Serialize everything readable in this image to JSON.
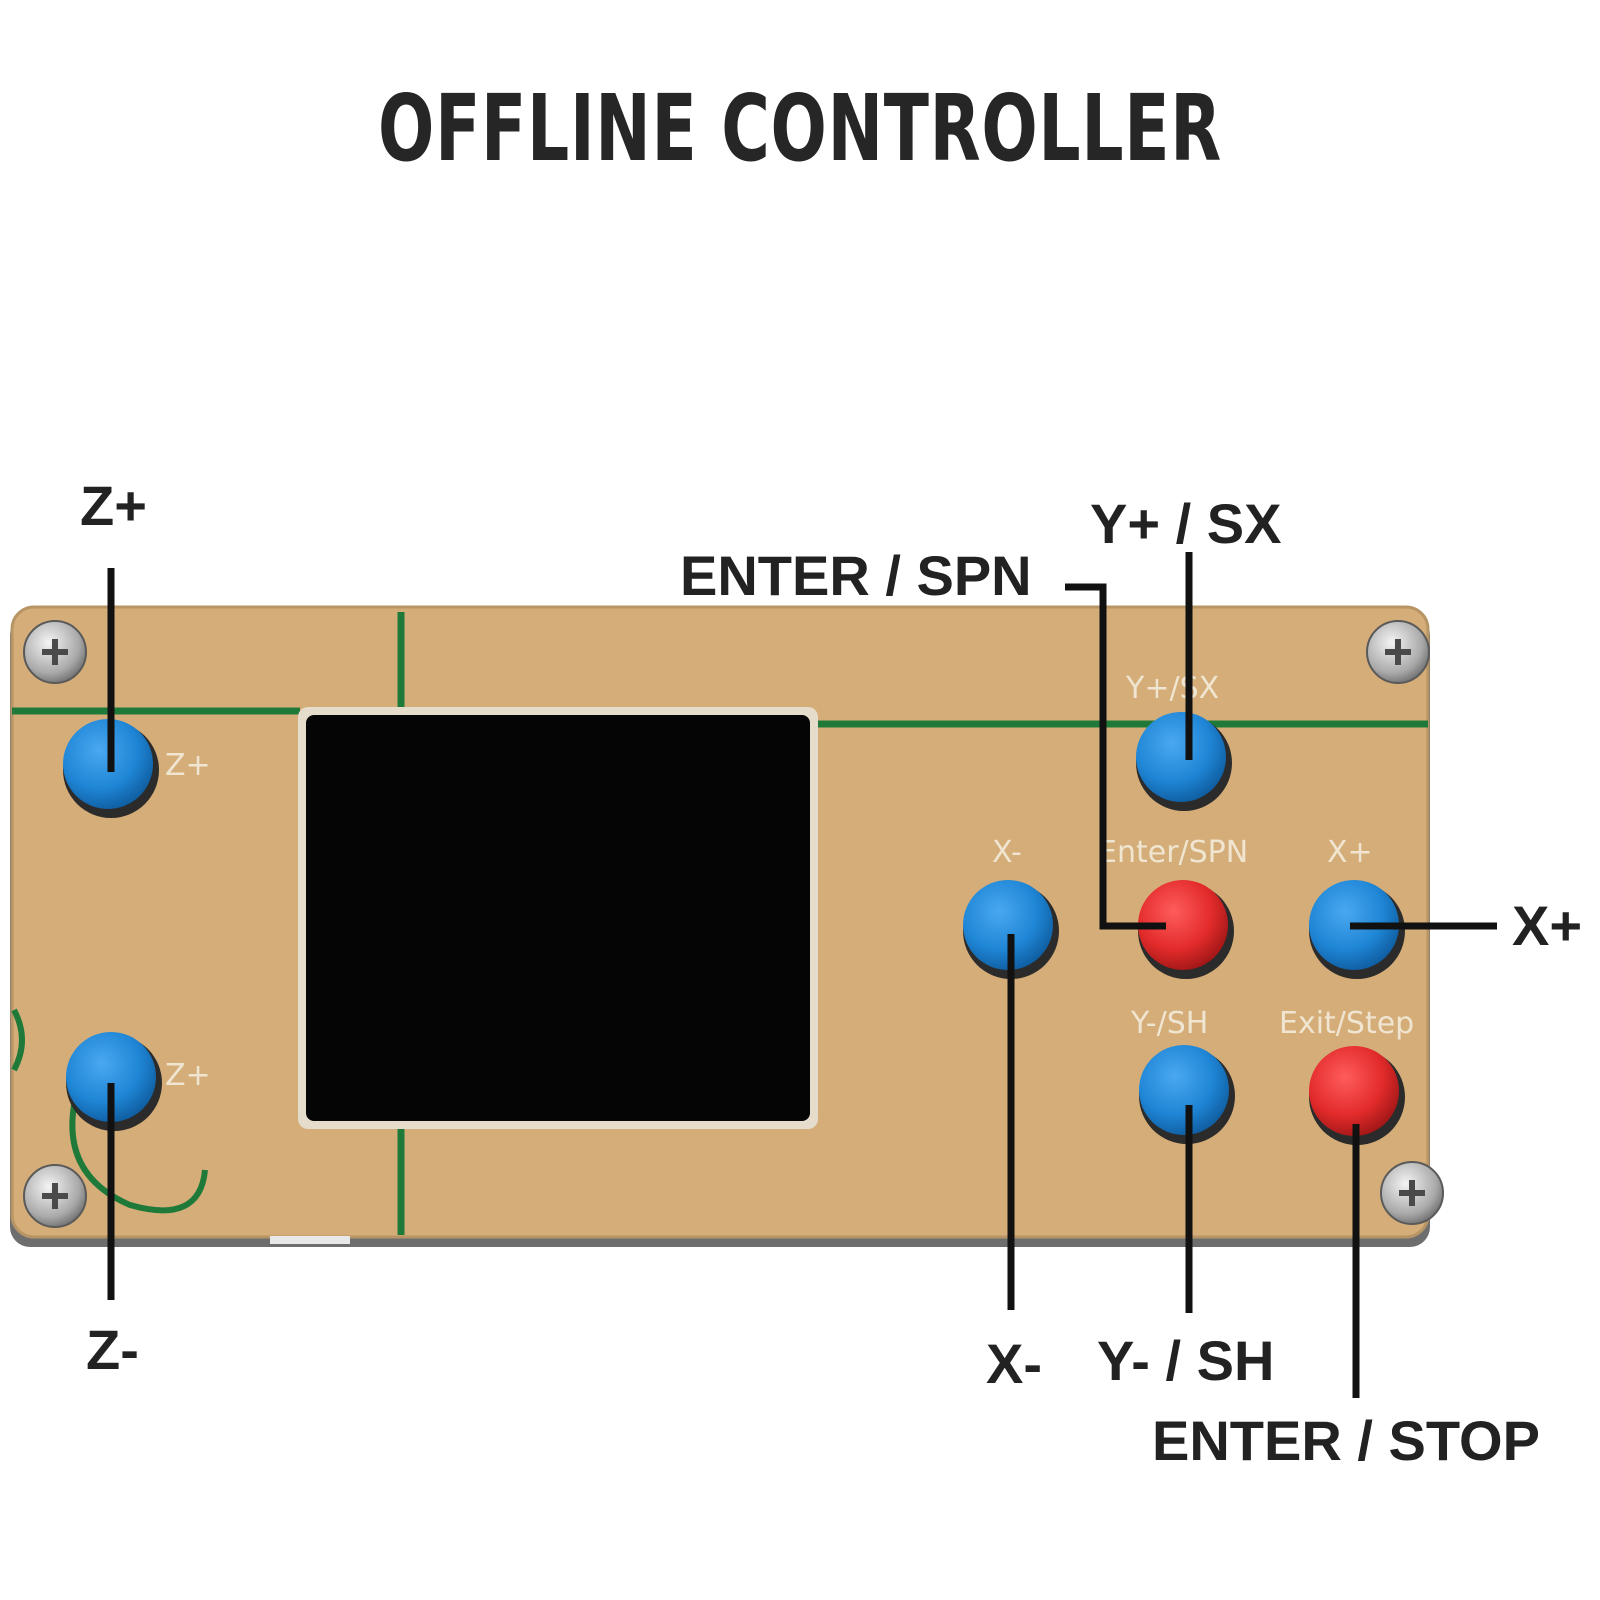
{
  "title": "OFFLINE CONTROLLER",
  "callouts": {
    "z_plus": "Z+",
    "z_minus": "Z-",
    "y_plus": "Y+ / SX",
    "enter": "ENTER / SPN",
    "x_plus": "X+",
    "x_minus": "X-",
    "y_minus": "Y- / SH",
    "stop": "ENTER / STOP"
  },
  "silkscreen": {
    "z_plus": "Z+",
    "z_minus": "Z+",
    "y_plus": "Y+/SX",
    "enter": "Enter/SPN",
    "x_minus": "X-",
    "x_plus": "X+",
    "y_minus": "Y-/SH",
    "exit": "Exit/Step"
  },
  "colors": {
    "board": "#d4ad78",
    "button_blue": "#1f86d6",
    "button_red": "#e32b2b",
    "screen": "#050505",
    "trace": "#1f7a3a",
    "leader": "#111111"
  }
}
